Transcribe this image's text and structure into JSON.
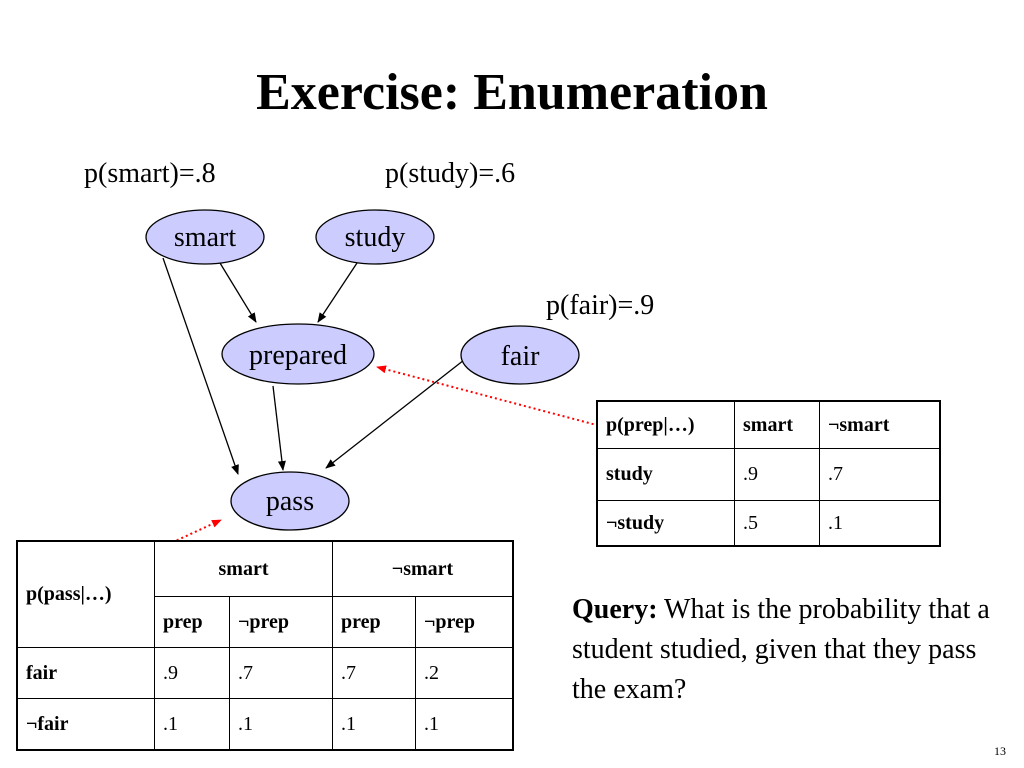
{
  "title": "Exercise: Enumeration",
  "priors": {
    "smart": "p(smart)=.8",
    "study": "p(study)=.6",
    "fair": "p(fair)=.9"
  },
  "nodes": {
    "smart": "smart",
    "study": "study",
    "prepared": "prepared",
    "fair": "fair",
    "pass": "pass"
  },
  "node_fill": "#ccccff",
  "link_color": "#ff0000",
  "prep_table": {
    "header": [
      "p(prep|…)",
      "smart",
      "¬smart"
    ],
    "rows": [
      {
        "label": "study",
        "values": [
          ".9",
          ".7"
        ]
      },
      {
        "label": "¬study",
        "values": [
          ".5",
          ".1"
        ]
      }
    ]
  },
  "pass_table": {
    "corner": "p(pass|…)",
    "groups": [
      "smart",
      "¬smart"
    ],
    "subheaders": [
      "prep",
      "¬prep",
      "prep",
      "¬prep"
    ],
    "rows": [
      {
        "label": "fair",
        "values": [
          ".9",
          ".7",
          ".7",
          ".2"
        ]
      },
      {
        "label": "¬fair",
        "values": [
          ".1",
          ".1",
          ".1",
          ".1"
        ]
      }
    ]
  },
  "query": {
    "label": "Query:",
    "text": " What is the probability that a student studied, given that they pass the exam?"
  },
  "page_number": "13"
}
